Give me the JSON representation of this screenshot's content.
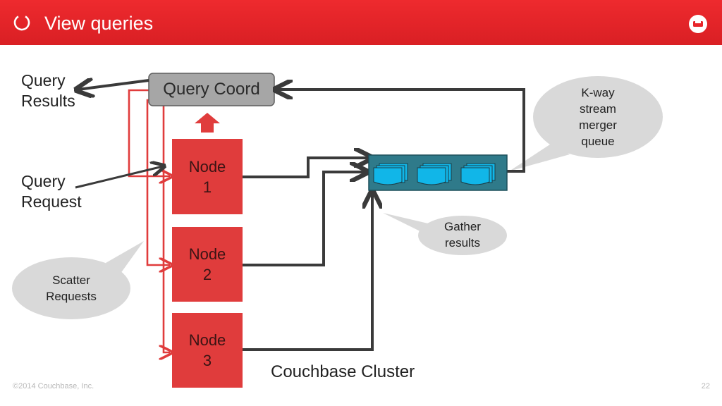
{
  "header": {
    "title": "View queries",
    "icon": "circle-refresh-icon",
    "logo": "couchbase-logo-icon"
  },
  "diagram": {
    "query_results_label": [
      "Query",
      "Results"
    ],
    "query_request_label": [
      "Query",
      "Request"
    ],
    "query_coord_label": "Query Coord",
    "nodes": [
      {
        "line1": "Node",
        "line2": "1"
      },
      {
        "line1": "Node",
        "line2": "2"
      },
      {
        "line1": "Node",
        "line2": "3"
      }
    ],
    "scatter_bubble": [
      "Scatter",
      "Requests"
    ],
    "gather_bubble": [
      "Gather",
      "results"
    ],
    "merger_bubble": [
      "K-way",
      "stream",
      "merger",
      "queue"
    ],
    "cluster_label": "Couchbase Cluster"
  },
  "colors": {
    "header": "#e8252a",
    "node": "#e03c3c",
    "coord": "#a6a6a6",
    "queue": "#2f7a8a",
    "queue_item": "#11b6e8",
    "bubble": "#d9d9d9",
    "red_line": "#e03c3c",
    "dark_line": "#3a3a3a"
  },
  "footer": {
    "copyright": "©2014 Couchbase, Inc.",
    "page_number": "22"
  }
}
